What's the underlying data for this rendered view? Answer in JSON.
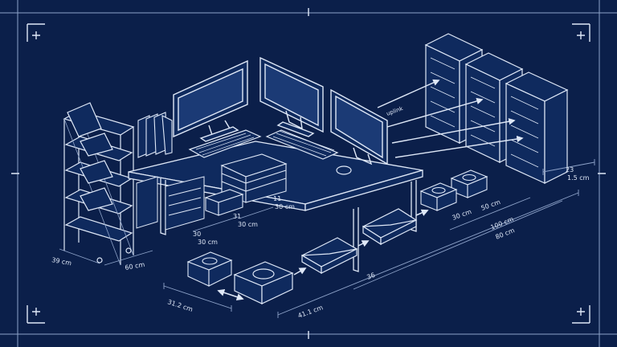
{
  "colors": {
    "background": "#0b1f4a",
    "line": "#dfe8f7",
    "line_dim": "#8ea3c9",
    "fill": "#0f2a5e",
    "fill_light": "#1b3a75"
  },
  "labels": {
    "rack_width": "23",
    "rack_depth": "1.5 cm",
    "router_size": "50 cm",
    "router_model": "30 cm",
    "span_a": "100 cm",
    "span_b": "80 cm",
    "desk_depth": "36",
    "device_a_w": "30",
    "device_a_h": "30 cm",
    "device_b_w": "31",
    "device_b_h": "30 cm",
    "device_c_w": "11",
    "device_c_h": "30 cm",
    "shelf_width": "39 cm",
    "shelf_depth": "60 cm",
    "cube_span": "31.2 cm",
    "cable_len": "41.1 cm",
    "uplink": "uplink"
  },
  "icons": [
    "plus-icon",
    "envelope-icon",
    "monitor-icon",
    "keyboard-icon",
    "server-rack-icon"
  ]
}
